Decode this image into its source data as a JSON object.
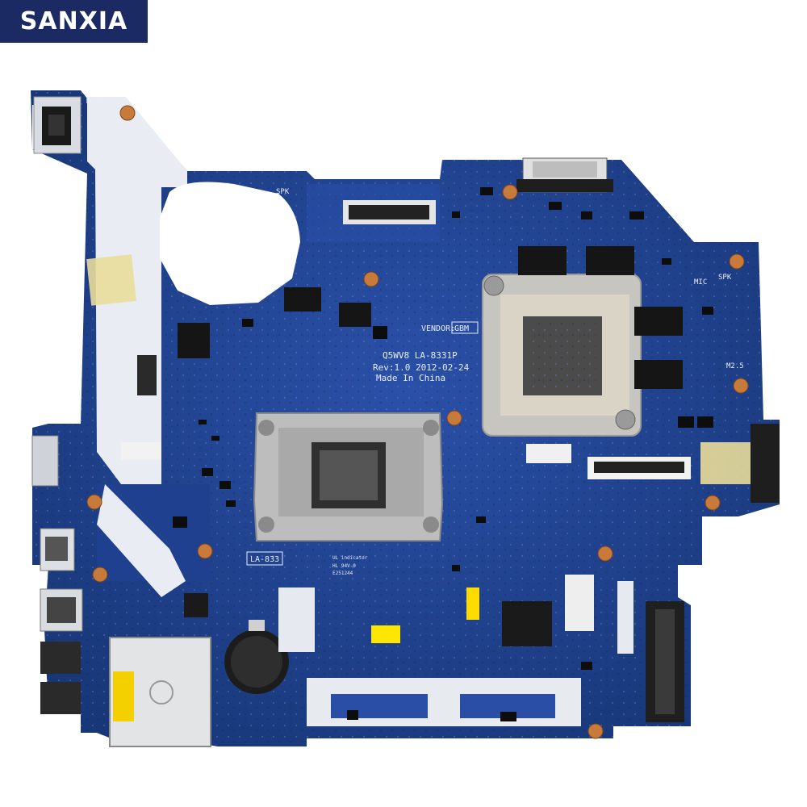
{
  "brand": {
    "label": "SANXIA",
    "background": "#1b2a63"
  },
  "board": {
    "model": "Q5WV8 LA-8331P",
    "revision": "Rev:1.0 2012-02-24",
    "origin": "Made In China",
    "vendor_prefix": "VENDOR:",
    "vendor": "GBM",
    "label_tag": "LA-833",
    "ul_indicator": "UL indicator",
    "rating": "HL 94V-0",
    "ul_number": "E251244",
    "silk_m2_5_top": "M2.5",
    "silk_m2_5_right": "M2.5",
    "silk_spk_top": "SPK",
    "silk_spk_right": "SPK",
    "silk_mic": "MIC",
    "pcb_color": "#1f3f8f",
    "heatsink_color": "#b9b9b9"
  }
}
